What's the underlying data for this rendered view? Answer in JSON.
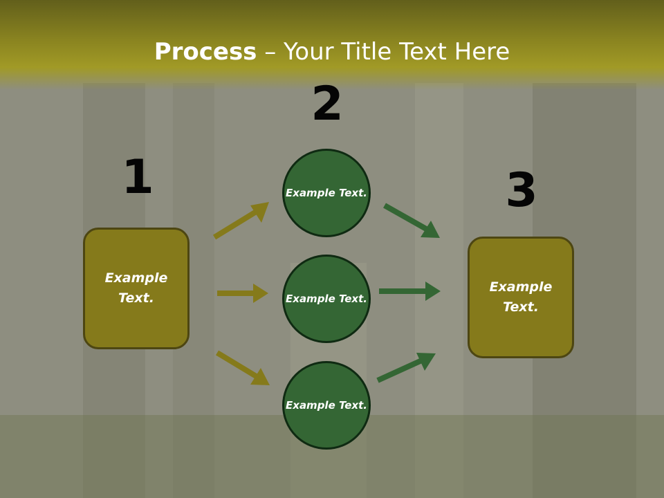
{
  "title": {
    "bold": "Process",
    "rest": " – Your Title Text Here"
  },
  "steps": [
    {
      "number": "1",
      "text": "Example Text."
    },
    {
      "number": "2"
    },
    {
      "number": "3",
      "text": "Example Text."
    }
  ],
  "circles": [
    {
      "text": "Example Text."
    },
    {
      "text": "Example Text."
    },
    {
      "text": "Example Text."
    }
  ],
  "colors": {
    "box_fill": "#857a1b",
    "circle_fill": "#346634",
    "arrow_left": "#857a1b",
    "arrow_right": "#346634",
    "title_bar": "#a19a26"
  }
}
